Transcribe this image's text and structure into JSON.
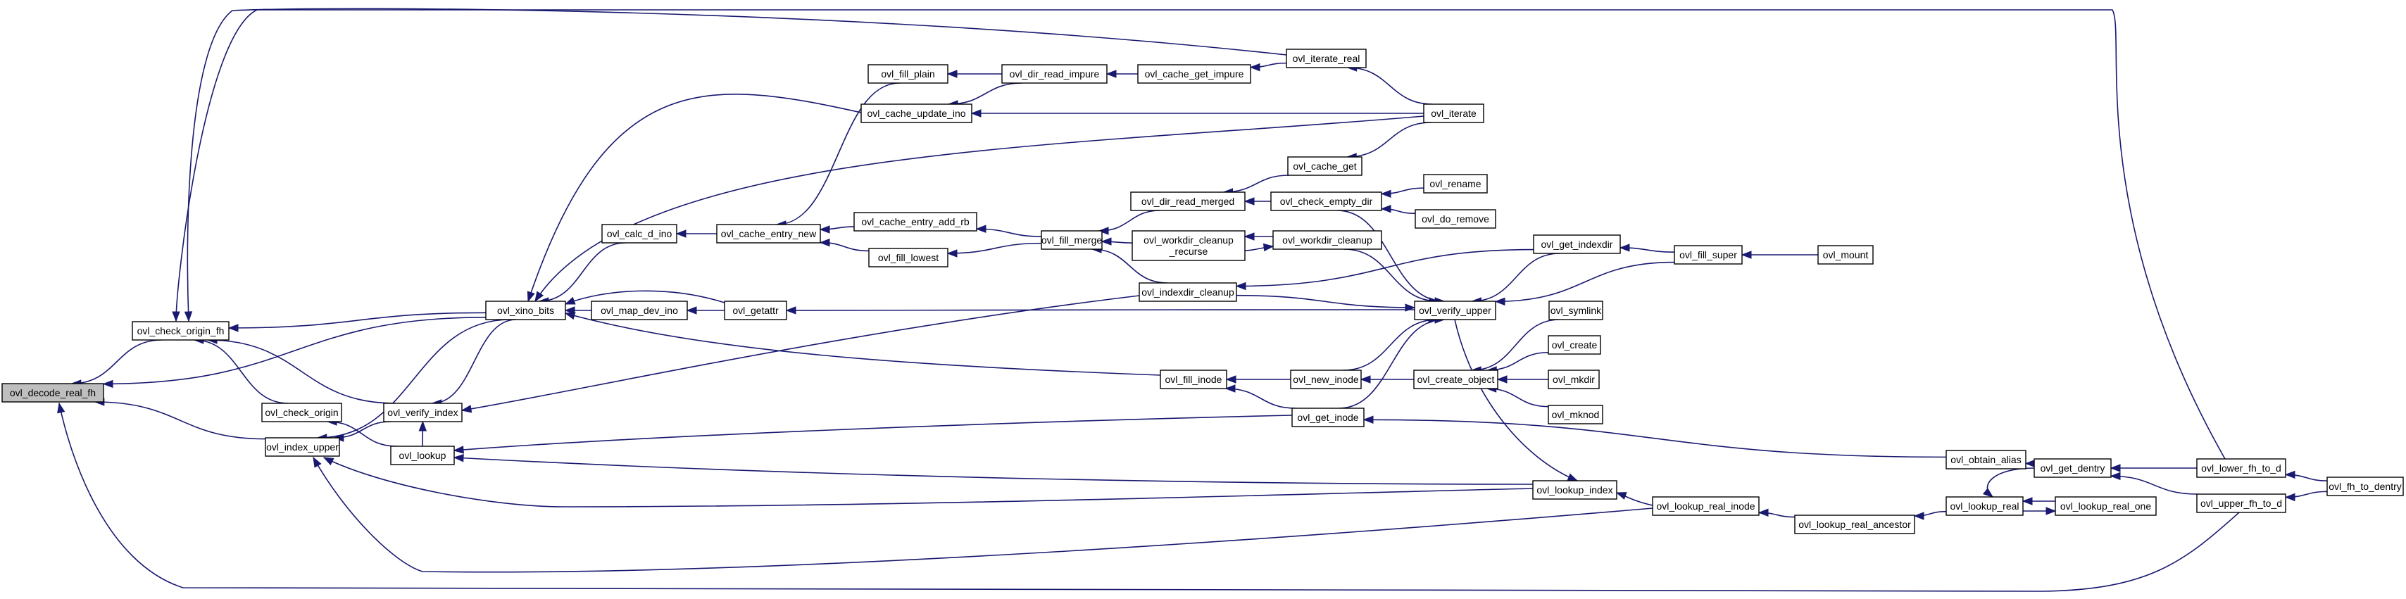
{
  "graph": {
    "colors": {
      "edge": "#191970",
      "node_fill": "#ffffff",
      "node_border": "#000000",
      "focus_fill": "#bfbfbf",
      "truncated_border": "#ff0000"
    },
    "nodes": [
      {
        "id": "ovl_decode_real_fh",
        "label": "ovl_decode_real_fh",
        "focus": true
      },
      {
        "id": "ovl_check_origin_fh",
        "label": "ovl_check_origin_fh"
      },
      {
        "id": "ovl_check_origin",
        "label": "ovl_check_origin"
      },
      {
        "id": "ovl_index_upper",
        "label": "ovl_index_upper"
      },
      {
        "id": "ovl_verify_index",
        "label": "ovl_verify_index"
      },
      {
        "id": "ovl_lookup",
        "label": "ovl_lookup"
      },
      {
        "id": "ovl_xino_bits",
        "label": "ovl_xino_bits"
      },
      {
        "id": "ovl_calc_d_ino",
        "label": "ovl_calc_d_ino"
      },
      {
        "id": "ovl_map_dev_ino",
        "label": "ovl_map_dev_ino"
      },
      {
        "id": "ovl_getattr",
        "label": "ovl_getattr"
      },
      {
        "id": "ovl_cache_entry_new",
        "label": "ovl_cache_entry_new"
      },
      {
        "id": "ovl_fill_plain",
        "label": "ovl_fill_plain"
      },
      {
        "id": "ovl_cache_update_ino",
        "label": "ovl_cache_update_ino"
      },
      {
        "id": "ovl_cache_entry_add_rb",
        "label": "ovl_cache_entry_add_rb"
      },
      {
        "id": "ovl_fill_lowest",
        "label": "ovl_fill_lowest"
      },
      {
        "id": "ovl_dir_read_impure",
        "label": "ovl_dir_read_impure"
      },
      {
        "id": "ovl_cache_get_impure",
        "label": "ovl_cache_get_impure"
      },
      {
        "id": "ovl_iterate_real",
        "label": "ovl_iterate_real"
      },
      {
        "id": "ovl_iterate",
        "label": "ovl_iterate"
      },
      {
        "id": "ovl_fill_merge",
        "label": "ovl_fill_merge"
      },
      {
        "id": "ovl_dir_read_merged",
        "label": "ovl_dir_read_merged"
      },
      {
        "id": "ovl_cache_get",
        "label": "ovl_cache_get"
      },
      {
        "id": "ovl_check_empty_dir",
        "label": "ovl_check_empty_dir"
      },
      {
        "id": "ovl_rename",
        "label": "ovl_rename"
      },
      {
        "id": "ovl_do_remove",
        "label": "ovl_do_remove",
        "truncated": true
      },
      {
        "id": "ovl_workdir_cleanup_recurse",
        "label": "ovl_workdir_cleanup\n_recurse"
      },
      {
        "id": "ovl_workdir_cleanup",
        "label": "ovl_workdir_cleanup",
        "truncated": true
      },
      {
        "id": "ovl_indexdir_cleanup",
        "label": "ovl_indexdir_cleanup"
      },
      {
        "id": "ovl_get_indexdir",
        "label": "ovl_get_indexdir"
      },
      {
        "id": "ovl_fill_super",
        "label": "ovl_fill_super"
      },
      {
        "id": "ovl_mount",
        "label": "ovl_mount"
      },
      {
        "id": "ovl_verify_upper",
        "label": "ovl_verify_upper"
      },
      {
        "id": "ovl_fill_inode",
        "label": "ovl_fill_inode"
      },
      {
        "id": "ovl_new_inode",
        "label": "ovl_new_inode"
      },
      {
        "id": "ovl_create_object",
        "label": "ovl_create_object"
      },
      {
        "id": "ovl_symlink",
        "label": "ovl_symlink"
      },
      {
        "id": "ovl_create",
        "label": "ovl_create"
      },
      {
        "id": "ovl_mkdir",
        "label": "ovl_mkdir"
      },
      {
        "id": "ovl_mknod",
        "label": "ovl_mknod"
      },
      {
        "id": "ovl_get_inode",
        "label": "ovl_get_inode"
      },
      {
        "id": "ovl_obtain_alias",
        "label": "ovl_obtain_alias"
      },
      {
        "id": "ovl_get_dentry",
        "label": "ovl_get_dentry"
      },
      {
        "id": "ovl_lower_fh_to_d",
        "label": "ovl_lower_fh_to_d"
      },
      {
        "id": "ovl_fh_to_dentry",
        "label": "ovl_fh_to_dentry"
      },
      {
        "id": "ovl_upper_fh_to_d",
        "label": "ovl_upper_fh_to_d"
      },
      {
        "id": "ovl_lookup_index",
        "label": "ovl_lookup_index"
      },
      {
        "id": "ovl_lookup_real_inode",
        "label": "ovl_lookup_real_inode"
      },
      {
        "id": "ovl_lookup_real_ancestor",
        "label": "ovl_lookup_real_ancestor"
      },
      {
        "id": "ovl_lookup_real",
        "label": "ovl_lookup_real"
      },
      {
        "id": "ovl_lookup_real_one",
        "label": "ovl_lookup_real_one"
      }
    ],
    "edges": [
      [
        "ovl_check_origin_fh",
        "ovl_decode_real_fh"
      ],
      [
        "ovl_index_upper",
        "ovl_decode_real_fh"
      ],
      [
        "ovl_xino_bits",
        "ovl_decode_real_fh"
      ],
      [
        "ovl_lower_fh_to_d",
        "ovl_decode_real_fh"
      ],
      [
        "ovl_upper_fh_to_d",
        "ovl_decode_real_fh"
      ],
      [
        "ovl_check_origin",
        "ovl_check_origin_fh"
      ],
      [
        "ovl_verify_index",
        "ovl_check_origin_fh"
      ],
      [
        "ovl_xino_bits",
        "ovl_check_origin_fh"
      ],
      [
        "ovl_iterate_real",
        "ovl_check_origin_fh"
      ],
      [
        "ovl_lookup",
        "ovl_check_origin"
      ],
      [
        "ovl_lookup",
        "ovl_verify_index"
      ],
      [
        "ovl_indexdir_cleanup",
        "ovl_verify_index"
      ],
      [
        "ovl_xino_bits",
        "ovl_index_upper"
      ],
      [
        "ovl_verify_index",
        "ovl_index_upper"
      ],
      [
        "ovl_lookup_index",
        "ovl_index_upper"
      ],
      [
        "ovl_lookup_real_inode",
        "ovl_index_upper"
      ],
      [
        "ovl_xino_bits",
        "ovl_verify_index"
      ],
      [
        "ovl_get_inode",
        "ovl_lookup"
      ],
      [
        "ovl_lookup_index",
        "ovl_lookup"
      ],
      [
        "ovl_calc_d_ino",
        "ovl_xino_bits"
      ],
      [
        "ovl_map_dev_ino",
        "ovl_xino_bits"
      ],
      [
        "ovl_getattr",
        "ovl_xino_bits"
      ],
      [
        "ovl_cache_update_ino",
        "ovl_xino_bits"
      ],
      [
        "ovl_iterate",
        "ovl_xino_bits"
      ],
      [
        "ovl_fill_inode",
        "ovl_xino_bits"
      ],
      [
        "ovl_cache_entry_new",
        "ovl_calc_d_ino"
      ],
      [
        "ovl_getattr",
        "ovl_map_dev_ino"
      ],
      [
        "ovl_verify_upper",
        "ovl_getattr"
      ],
      [
        "ovl_fill_plain",
        "ovl_cache_entry_new"
      ],
      [
        "ovl_cache_entry_add_rb",
        "ovl_cache_entry_new"
      ],
      [
        "ovl_fill_lowest",
        "ovl_cache_entry_new"
      ],
      [
        "ovl_dir_read_impure",
        "ovl_fill_plain"
      ],
      [
        "ovl_dir_read_impure",
        "ovl_cache_update_ino"
      ],
      [
        "ovl_iterate",
        "ovl_cache_update_ino"
      ],
      [
        "ovl_cache_get_impure",
        "ovl_dir_read_impure"
      ],
      [
        "ovl_iterate_real",
        "ovl_cache_get_impure"
      ],
      [
        "ovl_iterate",
        "ovl_iterate_real"
      ],
      [
        "ovl_fill_merge",
        "ovl_cache_entry_add_rb"
      ],
      [
        "ovl_fill_merge",
        "ovl_fill_lowest"
      ],
      [
        "ovl_dir_read_merged",
        "ovl_fill_merge"
      ],
      [
        "ovl_workdir_cleanup_recurse",
        "ovl_fill_merge"
      ],
      [
        "ovl_indexdir_cleanup",
        "ovl_fill_merge"
      ],
      [
        "ovl_cache_get",
        "ovl_dir_read_merged"
      ],
      [
        "ovl_check_empty_dir",
        "ovl_dir_read_merged"
      ],
      [
        "ovl_iterate",
        "ovl_cache_get"
      ],
      [
        "ovl_rename",
        "ovl_check_empty_dir"
      ],
      [
        "ovl_do_remove",
        "ovl_check_empty_dir"
      ],
      [
        "ovl_workdir_cleanup",
        "ovl_workdir_cleanup_recurse"
      ],
      [
        "ovl_workdir_cleanup_recurse",
        "ovl_workdir_cleanup"
      ],
      [
        "ovl_get_indexdir",
        "ovl_indexdir_cleanup"
      ],
      [
        "ovl_fill_super",
        "ovl_get_indexdir"
      ],
      [
        "ovl_mount",
        "ovl_fill_super"
      ],
      [
        "ovl_get_indexdir",
        "ovl_verify_upper"
      ],
      [
        "ovl_check_empty_dir",
        "ovl_verify_upper"
      ],
      [
        "ovl_workdir_cleanup",
        "ovl_verify_upper"
      ],
      [
        "ovl_indexdir_cleanup",
        "ovl_verify_upper"
      ],
      [
        "ovl_fill_super",
        "ovl_verify_upper"
      ],
      [
        "ovl_new_inode",
        "ovl_fill_inode"
      ],
      [
        "ovl_get_inode",
        "ovl_fill_inode"
      ],
      [
        "ovl_create_object",
        "ovl_new_inode"
      ],
      [
        "ovl_symlink",
        "ovl_create_object"
      ],
      [
        "ovl_create",
        "ovl_create_object"
      ],
      [
        "ovl_mkdir",
        "ovl_create_object"
      ],
      [
        "ovl_mknod",
        "ovl_create_object"
      ],
      [
        "ovl_obtain_alias",
        "ovl_get_inode"
      ],
      [
        "ovl_get_dentry",
        "ovl_obtain_alias"
      ],
      [
        "ovl_lower_fh_to_d",
        "ovl_get_dentry"
      ],
      [
        "ovl_upper_fh_to_d",
        "ovl_get_dentry"
      ],
      [
        "ovl_fh_to_dentry",
        "ovl_lower_fh_to_d"
      ],
      [
        "ovl_fh_to_dentry",
        "ovl_upper_fh_to_d"
      ],
      [
        "ovl_lookup_real_inode",
        "ovl_lookup_index"
      ],
      [
        "ovl_lookup_real_ancestor",
        "ovl_lookup_real_inode"
      ],
      [
        "ovl_lookup_real",
        "ovl_lookup_real_ancestor"
      ],
      [
        "ovl_get_dentry",
        "ovl_lookup_real"
      ],
      [
        "ovl_lookup_real_one",
        "ovl_lookup_real"
      ],
      [
        "ovl_lookup_real",
        "ovl_lookup_real_one"
      ],
      [
        "ovl_verify_upper",
        "ovl_lookup_index"
      ],
      [
        "ovl_new_inode",
        "ovl_verify_upper"
      ],
      [
        "ovl_get_inode",
        "ovl_verify_upper"
      ]
    ]
  }
}
